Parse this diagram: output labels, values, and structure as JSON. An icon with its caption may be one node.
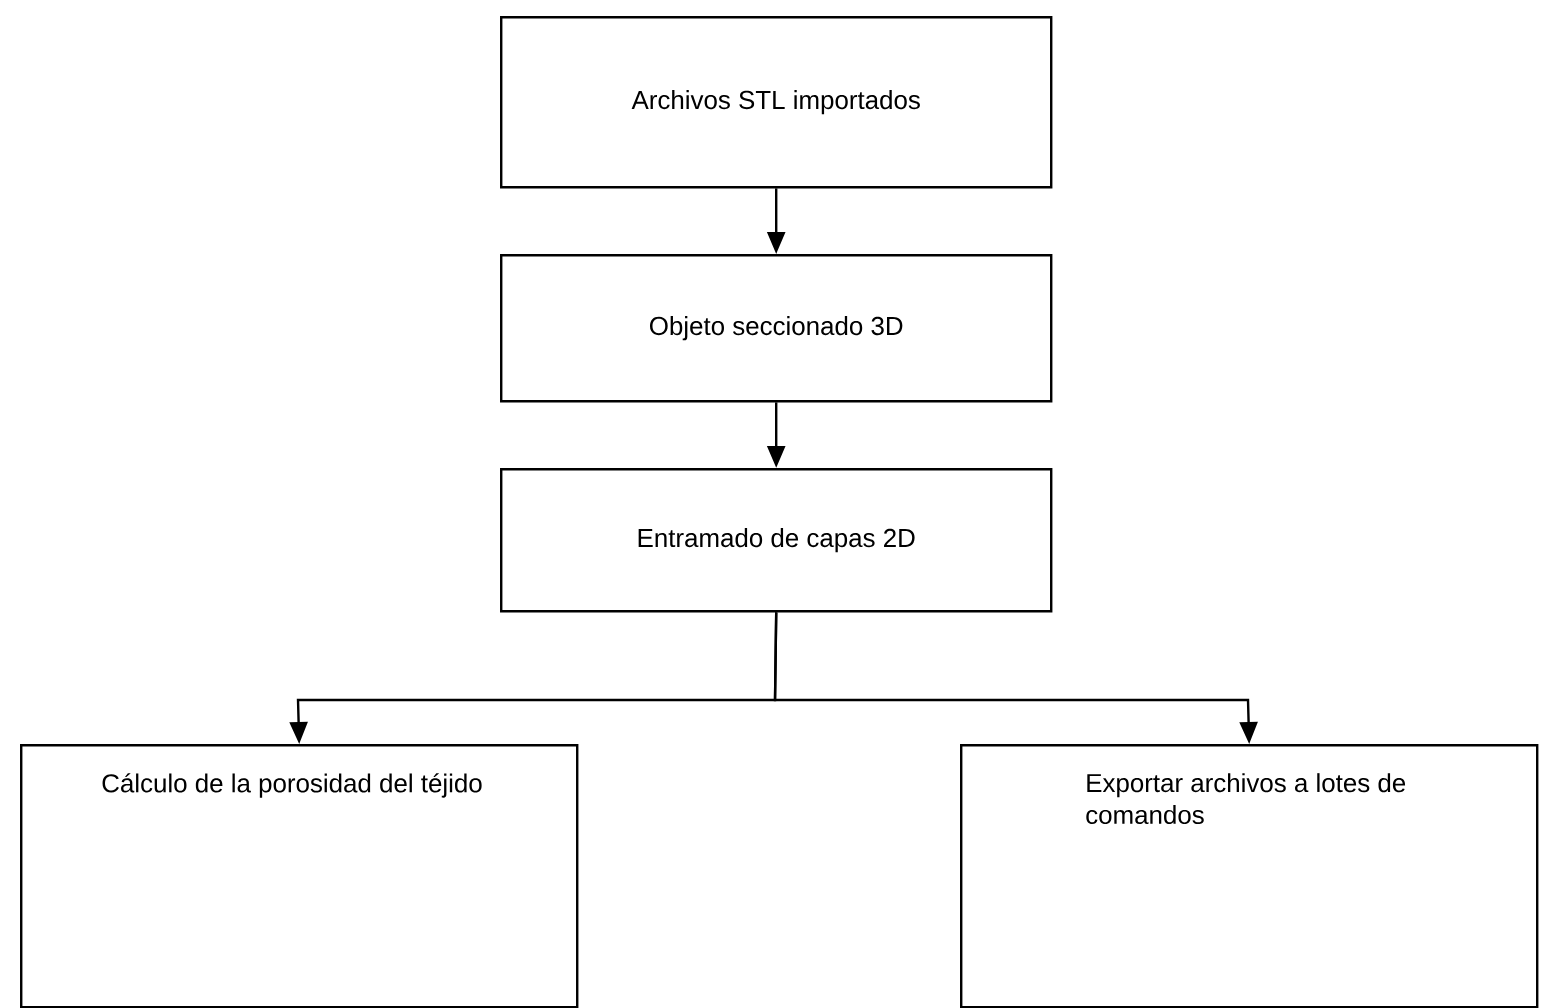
{
  "diagram": {
    "nodes": [
      {
        "text": [
          "Archivos STL importados"
        ]
      },
      {
        "text": [
          "Objeto seccionado 3D"
        ]
      },
      {
        "text": [
          "Entramado de capas 2D"
        ]
      },
      {
        "text": [
          "Cálculo de la porosidad del téjido"
        ]
      },
      {
        "text": [
          "Exportar archivos a lotes de comandos"
        ]
      }
    ],
    "edges": [
      {
        "from": 0,
        "to": 1,
        "arrow": "to"
      },
      {
        "from": 1,
        "to": 2,
        "arrow": "to"
      },
      {
        "from": 2,
        "to": 3,
        "arrow": "to"
      },
      {
        "from": 2,
        "to": 4,
        "arrow": "to"
      }
    ]
  }
}
